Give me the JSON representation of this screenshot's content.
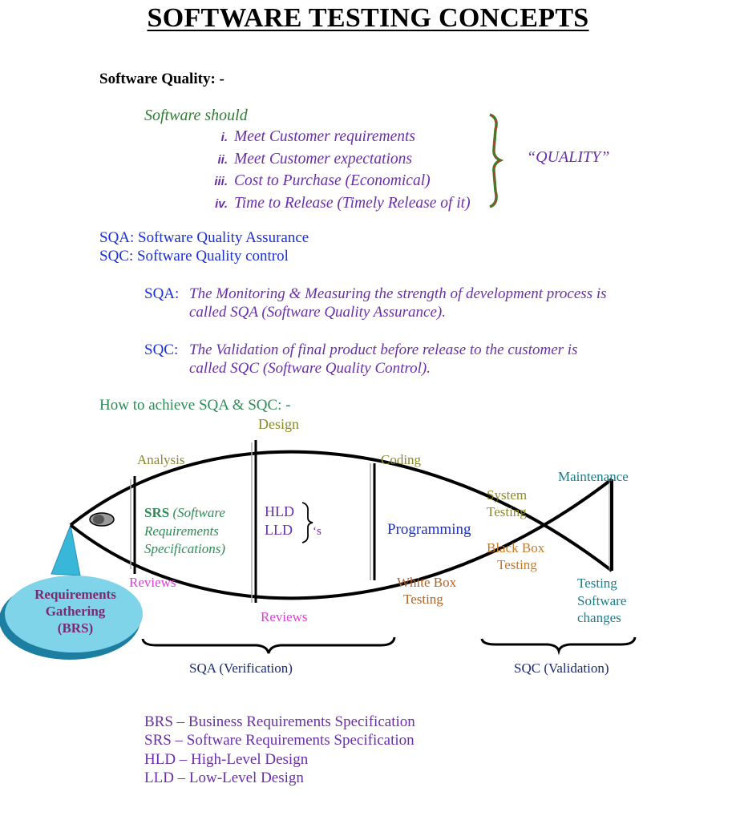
{
  "title": "SOFTWARE TESTING CONCEPTS",
  "quality_section": {
    "heading": "Software Quality: -",
    "intro": "Software should",
    "items": [
      {
        "num": "i.",
        "text": "Meet Customer requirements"
      },
      {
        "num": "ii.",
        "text": "Meet Customer expectations"
      },
      {
        "num": "iii.",
        "text": "Cost to Purchase (Economical)"
      },
      {
        "num": "iv.",
        "text": "Time to Release (Timely Release of it)"
      }
    ],
    "brace_label": "“QUALITY”"
  },
  "definitions": {
    "sqa": "SQA: Software Quality Assurance",
    "sqc": "SQC: Software Quality control"
  },
  "explanations": {
    "sqa_label": "SQA:",
    "sqa_line1": "The Monitoring & Measuring the strength of development process is",
    "sqa_line2": "called SQA (Software Quality Assurance).",
    "sqc_label": "SQC:",
    "sqc_line1": "The Validation of final product before release to the customer is",
    "sqc_line2": "called SQC (Software Quality Control)."
  },
  "achieve_heading": "How to achieve SQA & SQC: -",
  "diagram": {
    "design": "Design",
    "analysis": "Analysis",
    "coding": "Coding",
    "maintenance": "Maintenance",
    "system_testing_1": "System",
    "system_testing_2": "Testing",
    "srs_bold": "SRS",
    "srs_line1_rest": " (Software",
    "srs_line2": "Requirements",
    "srs_line3": "Specifications)",
    "hld": "HLD",
    "lld": "LLD",
    "s_suffix": "‘s",
    "programming": "Programming",
    "black_box_1": "Black Box",
    "black_box_2": "Testing",
    "reviews_left": "Reviews",
    "reviews_bottom": "Reviews",
    "white_box_1": "White Box",
    "white_box_2": "Testing",
    "testing_changes_1": "Testing",
    "testing_changes_2": "Software",
    "testing_changes_3": "changes",
    "req_1": "Requirements",
    "req_2": "Gathering",
    "req_3": "(BRS)",
    "sqa_verification": "SQA (Verification)",
    "sqc_validation": "SQC (Validation)"
  },
  "abbreviations": [
    "BRS – Business Requirements Specification",
    "SRS – Software Requirements Specification",
    "HLD – High-Level Design",
    "LLD – Low-Level Design"
  ]
}
